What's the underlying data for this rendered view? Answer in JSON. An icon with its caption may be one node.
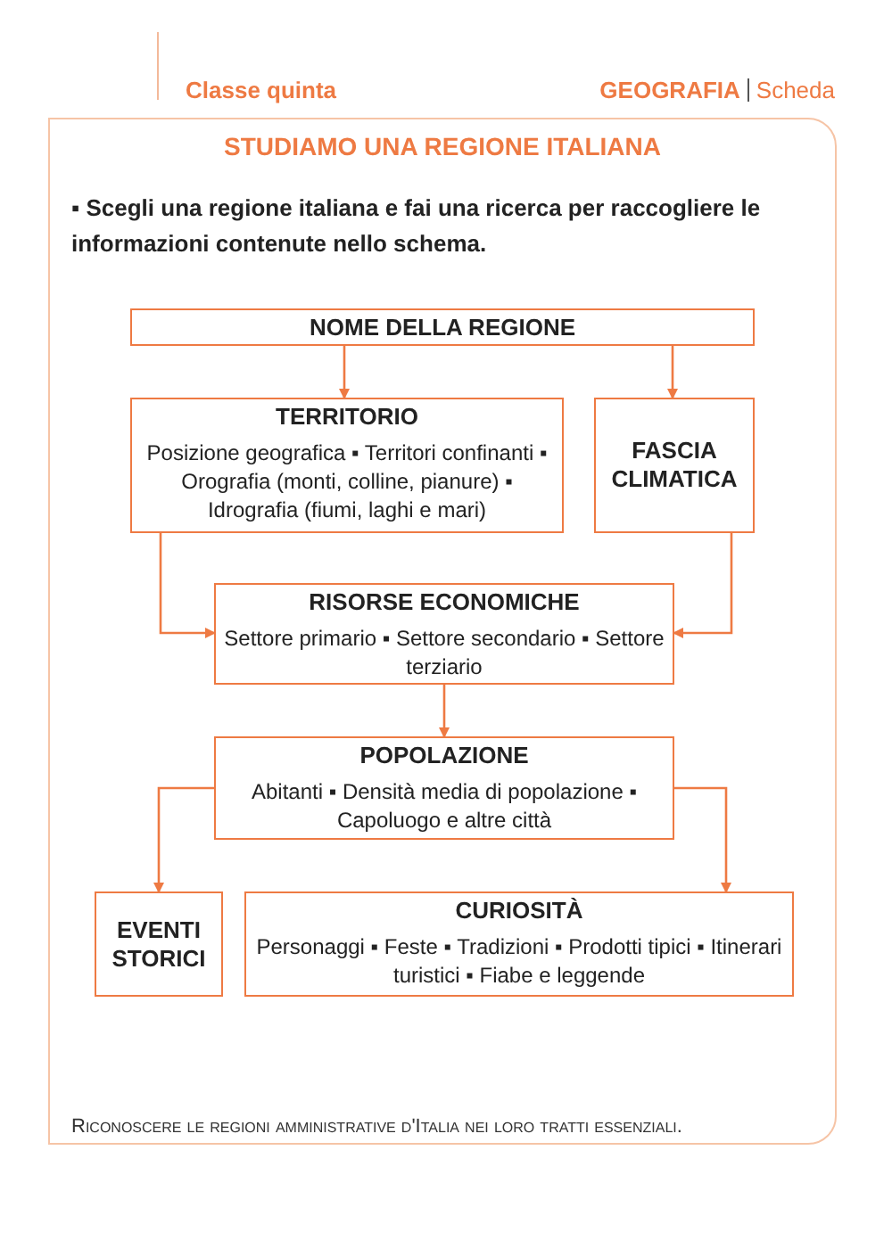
{
  "diagram": {
    "title": "STUDIAMO UNA REGIONE ITALIANA",
    "caption": "Riconoscere le regioni amministrative d'Italia nei loro tratti essenziali.",
    "nodes": [
      {
        "text": [
          "NOME DELLA REGIONE"
        ]
      },
      {
        "text": [
          "TERRITORIO",
          "Posizione geografica ▪ Territori confinanti ▪ Orografia (monti, colline, pianure) ▪ Idrografia (fiumi, laghi e mari)"
        ]
      },
      {
        "text": [
          "FASCIA CLIMATICA"
        ]
      },
      {
        "text": [
          "RISORSE ECONOMICHE",
          "Settore primario ▪ Settore secondario ▪ Settore terziario"
        ]
      },
      {
        "text": [
          "POPOLAZIONE",
          "Abitanti ▪ Densità media di popolazione ▪ Capoluogo e altre città"
        ]
      },
      {
        "text": [
          "EVENTI STORICI"
        ]
      },
      {
        "text": [
          "CURIOSITÀ",
          "Personaggi ▪ Feste ▪ Tradizioni ▪ Prodotti tipici ▪ Itinerari turistici ▪ Fiabe e leggende"
        ]
      }
    ],
    "edges": [
      {
        "from": 0,
        "to": 1,
        "arrow": "to"
      },
      {
        "from": 0,
        "to": 2,
        "arrow": "to"
      },
      {
        "from": 1,
        "to": 3,
        "arrow": "to"
      },
      {
        "from": 2,
        "to": 3,
        "arrow": "to"
      },
      {
        "from": 3,
        "to": 4,
        "arrow": "to"
      },
      {
        "from": 4,
        "to": 5,
        "arrow": "to"
      },
      {
        "from": 4,
        "to": 6,
        "arrow": "to"
      }
    ],
    "labels": [
      "Classe quinta",
      "GEOGRAFIA",
      "Scheda",
      "▪ Scegli una regione italiana e fai una ricerca per raccogliere le informazioni contenute nello schema."
    ]
  }
}
